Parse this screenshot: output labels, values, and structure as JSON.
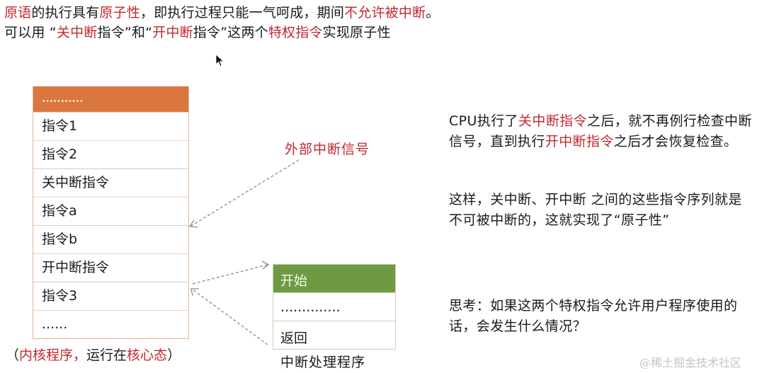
{
  "intro": {
    "line1": [
      {
        "text": "原语",
        "red": true
      },
      {
        "text": "的执行具有",
        "red": false
      },
      {
        "text": "原子性",
        "red": true
      },
      {
        "text": "，即执行过程只能一气呵成，期间",
        "red": false
      },
      {
        "text": "不允许被中断",
        "red": true
      },
      {
        "text": "。",
        "red": false
      }
    ],
    "line2": [
      {
        "text": "可以用 “",
        "red": false
      },
      {
        "text": "关中断",
        "red": true
      },
      {
        "text": "指令”和“",
        "red": false
      },
      {
        "text": "开中断",
        "red": true
      },
      {
        "text": "指令”这两个",
        "red": false
      },
      {
        "text": "特权指令",
        "red": true
      },
      {
        "text": "实现原子性",
        "red": false
      }
    ]
  },
  "kernel_program": {
    "header": "...........",
    "rows": [
      "指令1",
      "指令2",
      "关中断指令",
      "指令a",
      "指令b",
      "开中断指令",
      "指令3",
      "......"
    ],
    "caption": [
      {
        "text": "（",
        "red": false
      },
      {
        "text": "内核程序，",
        "red": true
      },
      {
        "text": "运行在",
        "red": false
      },
      {
        "text": "核心态",
        "red": true
      },
      {
        "text": "）",
        "red": false
      }
    ]
  },
  "external_signal_label": "外部中断信号",
  "interrupt_handler": {
    "header": "开始",
    "rows": [
      "..............",
      "返回"
    ],
    "caption": "中断处理程序"
  },
  "explanation": {
    "p1": [
      {
        "text": "CPU执行了",
        "red": false
      },
      {
        "text": "关中断指令",
        "red": true
      },
      {
        "text": "之后，就不再例行检查中断信号，直到执行",
        "red": false
      },
      {
        "text": "开中断指令",
        "red": true
      },
      {
        "text": "之后才会恢复检查。",
        "red": false
      }
    ],
    "p2": "这样，关中断、开中断 之间的这些指令序列就是不可被中断的，这就实现了“原子性”",
    "p3": "思考：如果这两个特权指令允许用户程序使用的话，会发生什么情况？"
  },
  "colors": {
    "accent_red": "#c0282d",
    "kernel_header": "#d9773f",
    "handler_header": "#6f9a44",
    "arrow": "#8a8a8a"
  },
  "watermark": "@稀土掘金技术社区"
}
